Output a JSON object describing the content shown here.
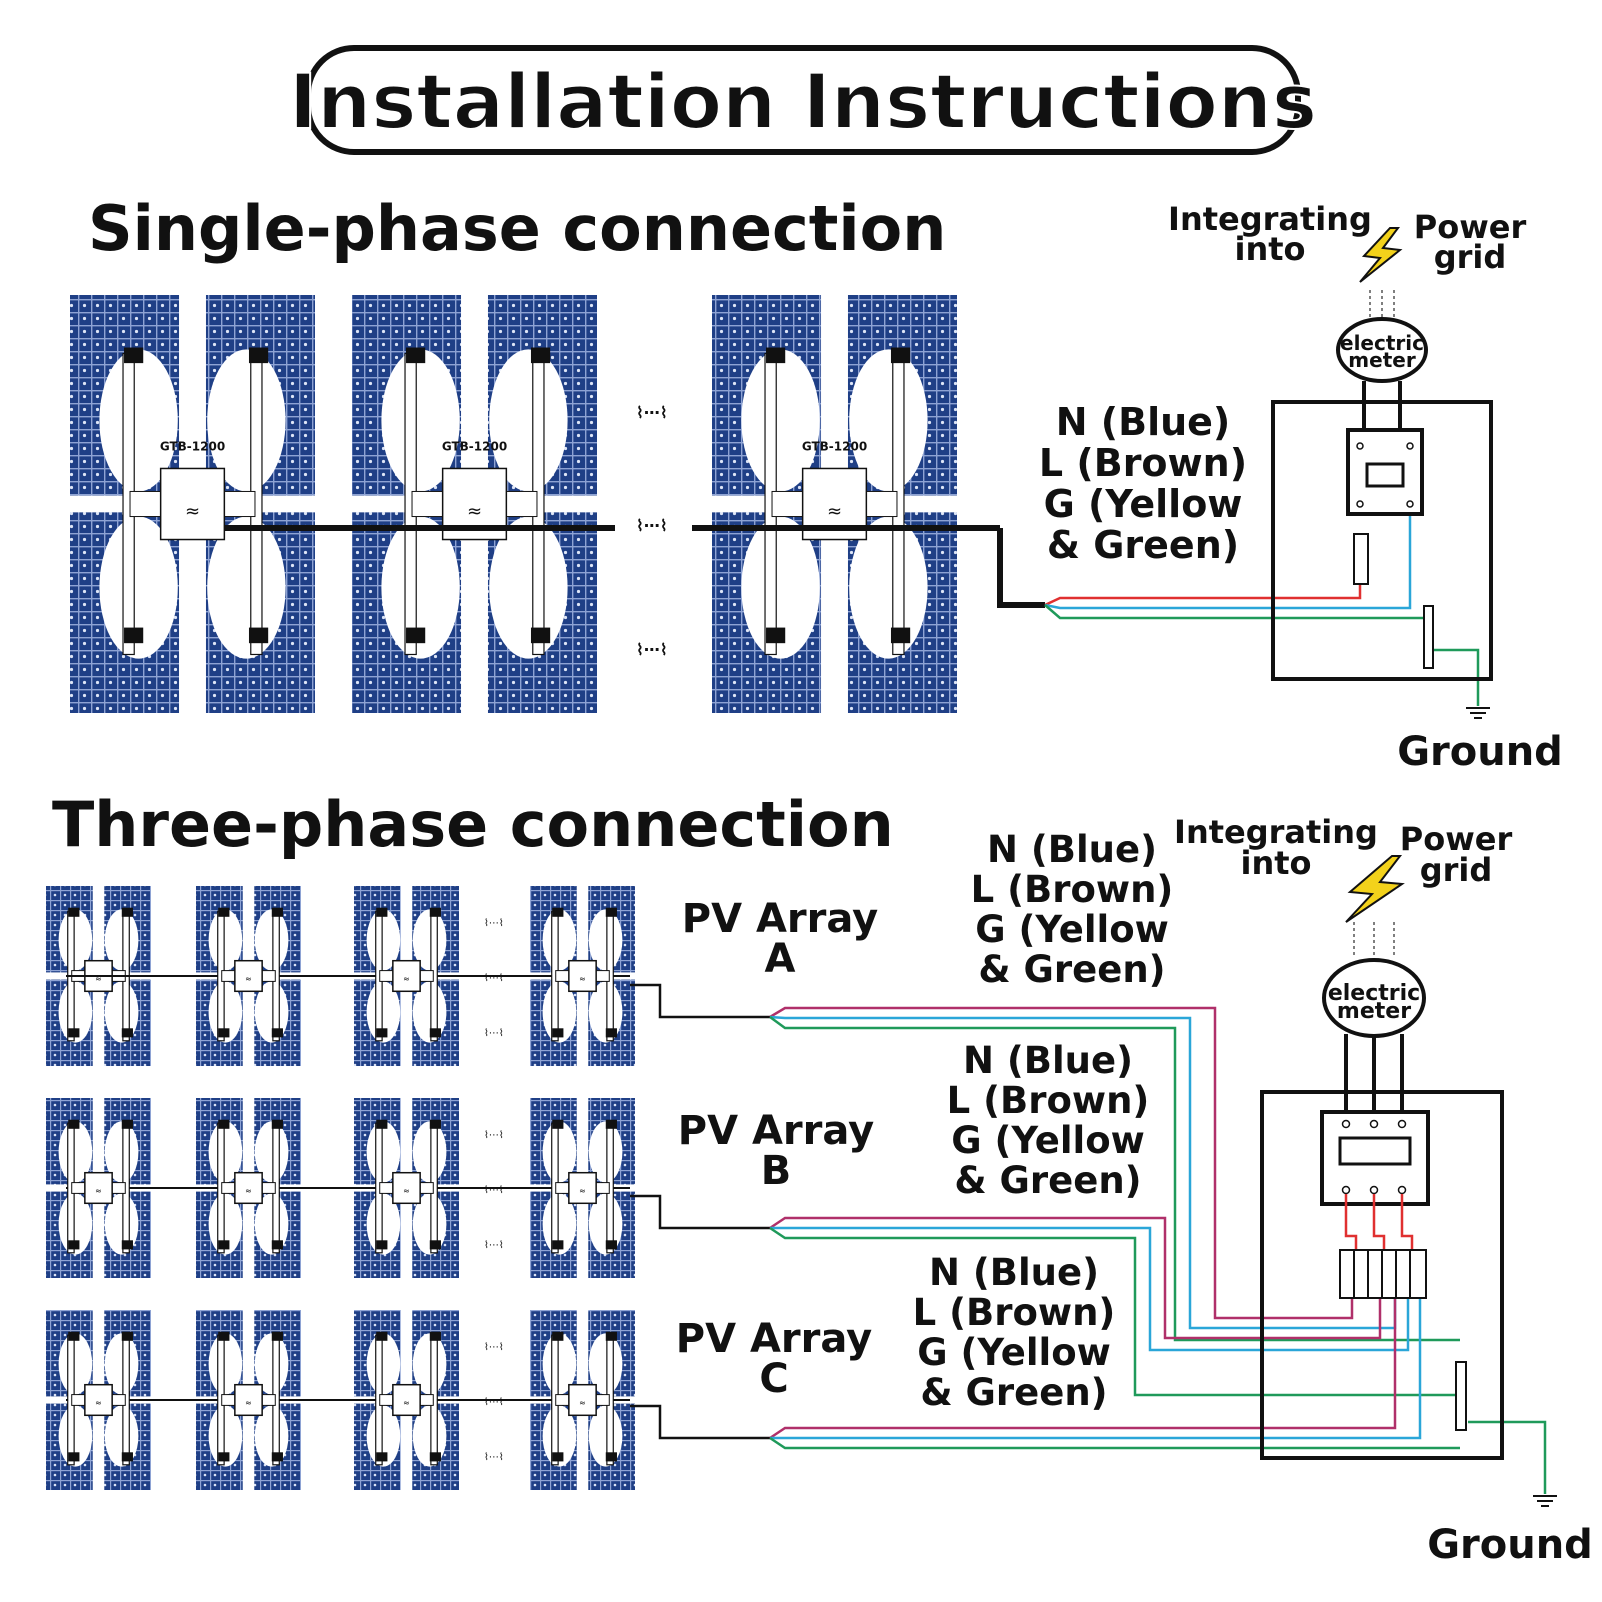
{
  "title": "Installation Instructions",
  "single_phase": {
    "heading": "Single-phase connection",
    "inverter_label": "GTB-1200",
    "wiring_labels": [
      "N (Blue)",
      "L (Brown)",
      "G (Yellow",
      "& Green)"
    ],
    "grid_text_left": [
      "Integrating",
      "into"
    ],
    "grid_text_right": [
      "Power",
      "grid"
    ],
    "meter_label": [
      "electric",
      "meter"
    ],
    "ground_label": "Ground"
  },
  "three_phase": {
    "heading": "Three-phase connection",
    "arrays": [
      {
        "label": [
          "PV Array",
          "A"
        ],
        "wiring_labels": [
          "N (Blue)",
          "L (Brown)",
          "G (Yellow",
          "& Green)"
        ]
      },
      {
        "label": [
          "PV Array",
          "B"
        ],
        "wiring_labels": [
          "N (Blue)",
          "L (Brown)",
          "G (Yellow",
          "& Green)"
        ]
      },
      {
        "label": [
          "PV Array",
          "C"
        ],
        "wiring_labels": [
          "N (Blue)",
          "L (Brown)",
          "G (Yellow",
          "& Green)"
        ]
      }
    ],
    "grid_text_left": [
      "Integrating",
      "into"
    ],
    "grid_text_right": [
      "Power",
      "grid"
    ],
    "meter_label": [
      "electric",
      "meter"
    ],
    "ground_label": "Ground"
  },
  "colors": {
    "panel": "#1f3f86",
    "panel_dot": "#c9d4ee",
    "neutral_wire": "#2aa6d8",
    "live_wire_single": "#e03030",
    "live_wire_three": "#b0306a",
    "ground_wire": "#1f9a5a",
    "bolt": "#f3d21b"
  }
}
